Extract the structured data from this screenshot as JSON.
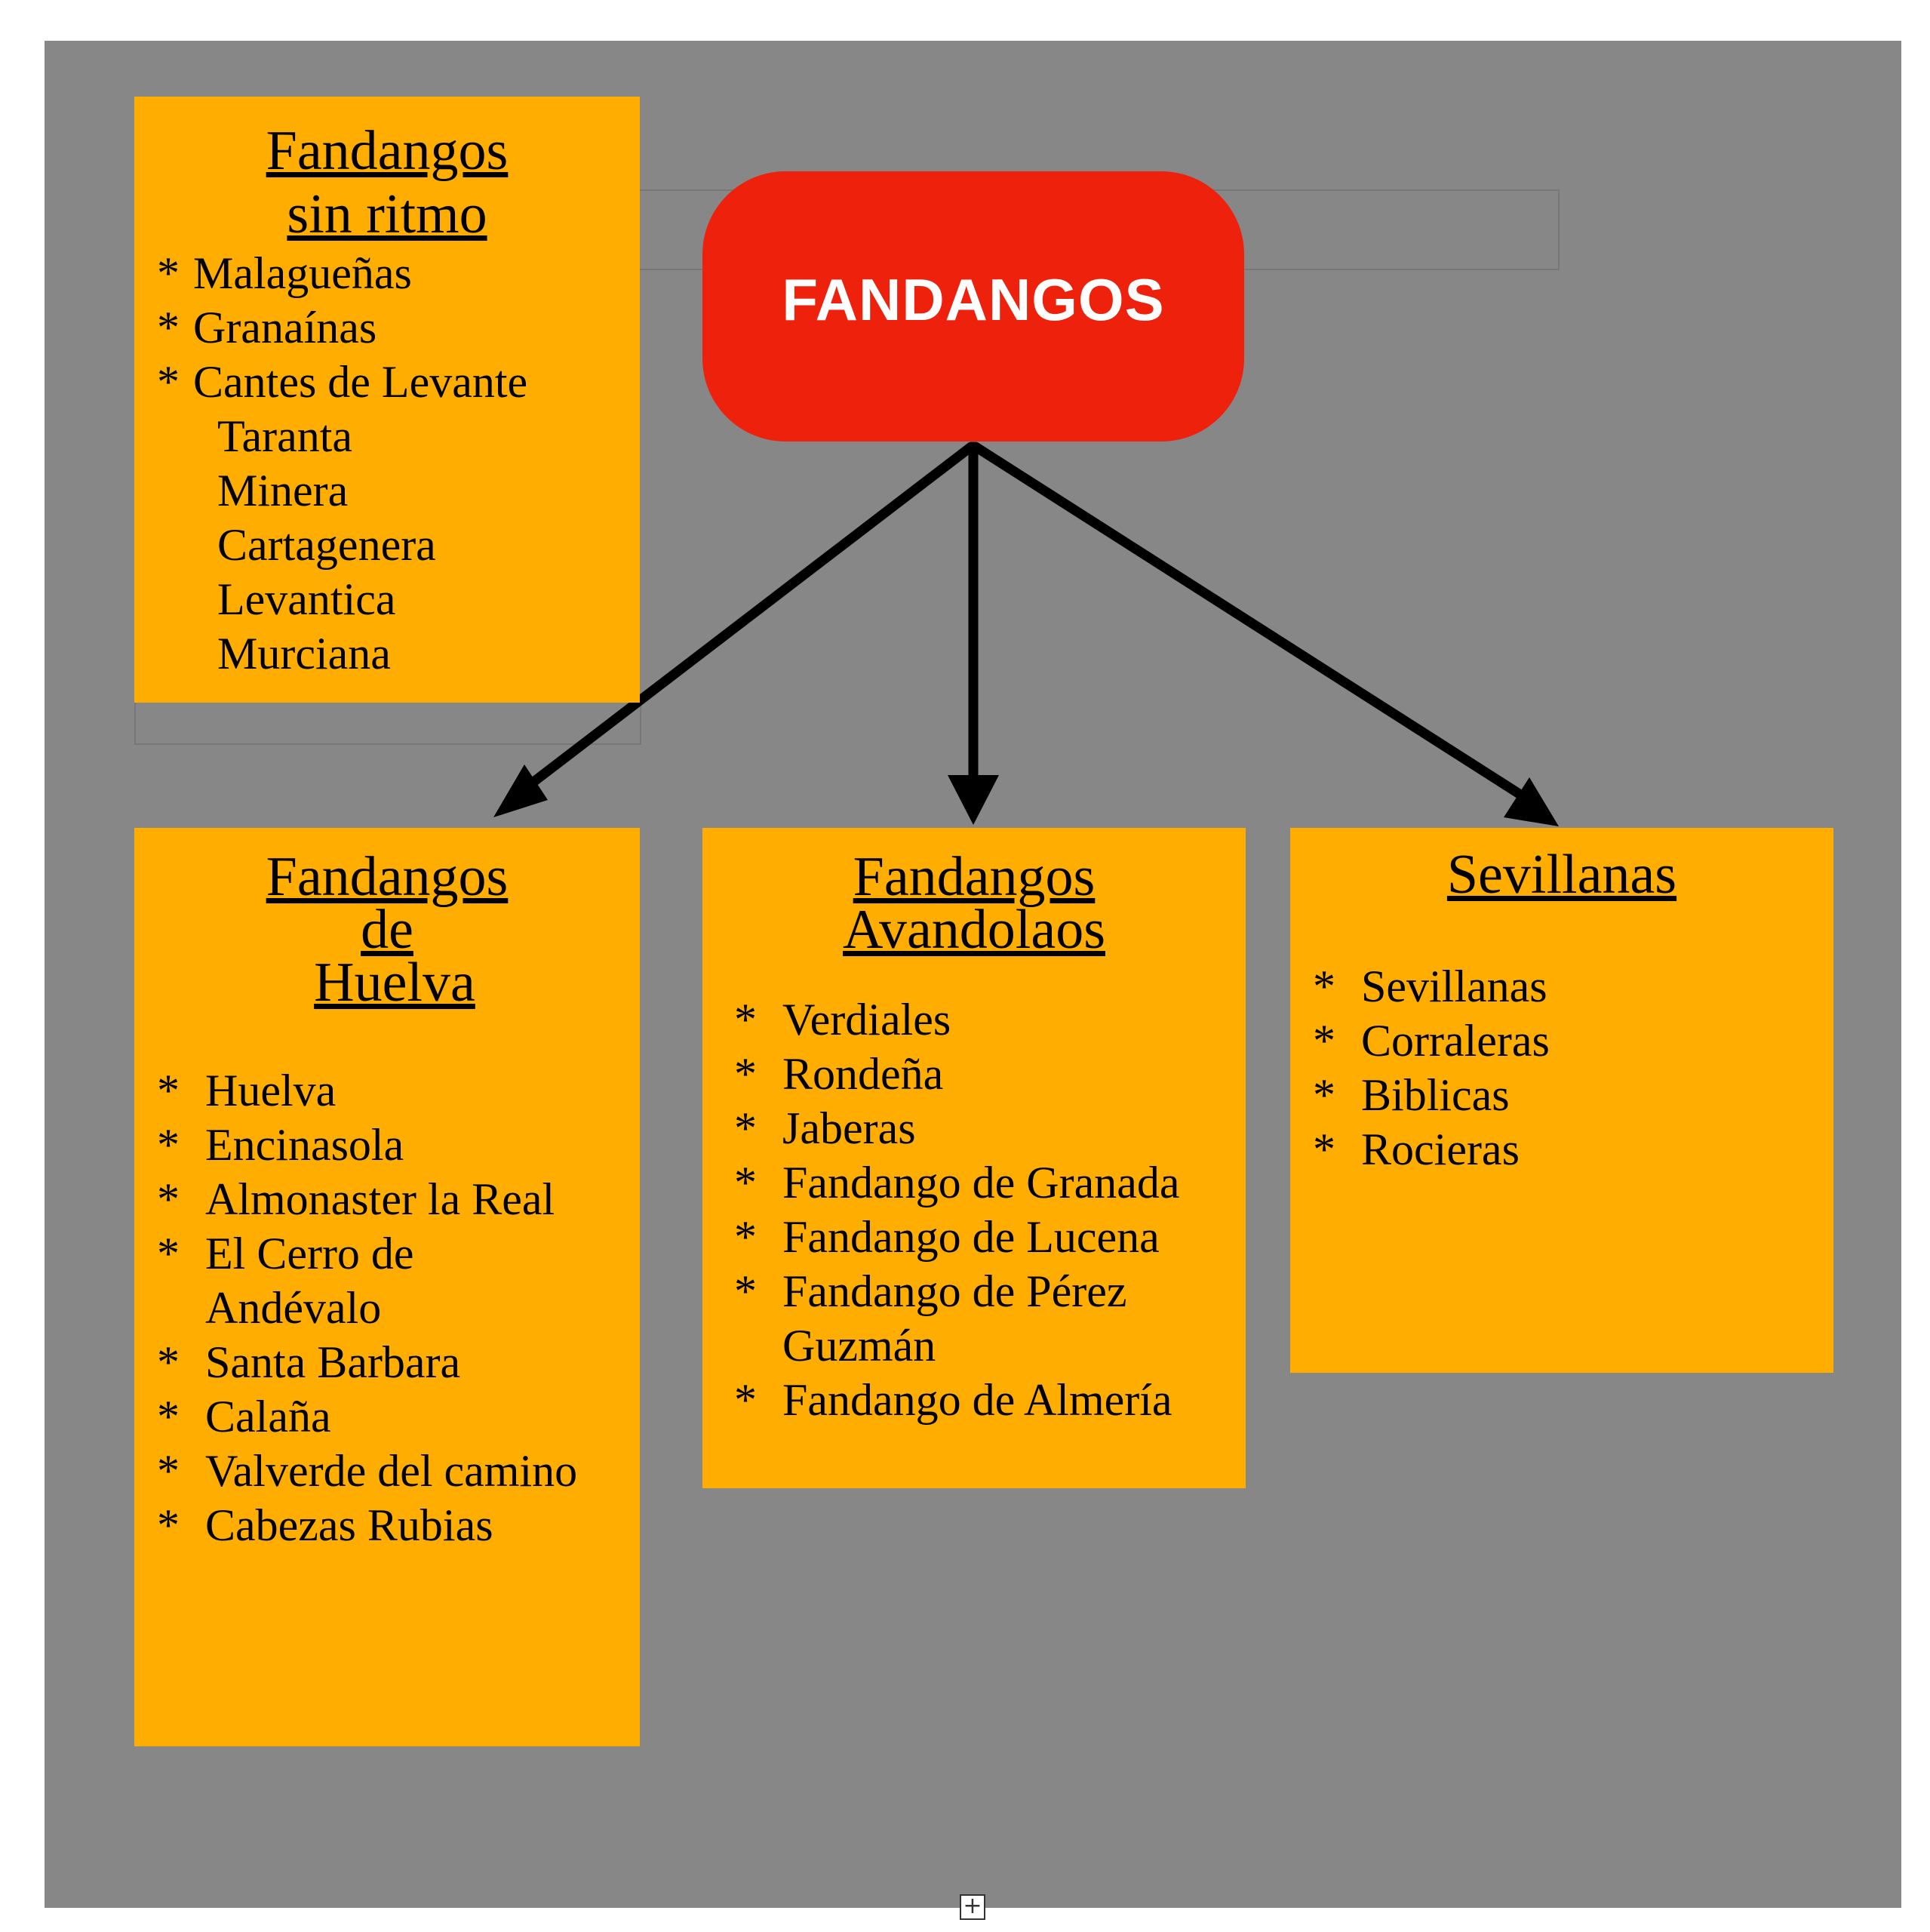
{
  "root": {
    "label": "FANDANGOS",
    "color": "#EE220C"
  },
  "box_color": "#FFAD00",
  "canvas_color": "#878787",
  "boxes": {
    "sin_ritmo": {
      "title": [
        "Fandangos",
        "sin ritmo"
      ],
      "items": [
        {
          "bullet": "*",
          "text": "Malagueñas"
        },
        {
          "bullet": "*",
          "text": "Granaínas"
        },
        {
          "bullet": "*",
          "text": "Cantes de Levante"
        },
        {
          "bullet": "",
          "text": "Taranta"
        },
        {
          "bullet": "",
          "text": "Minera"
        },
        {
          "bullet": "",
          "text": "Cartagenera"
        },
        {
          "bullet": "",
          "text": "Levantica"
        },
        {
          "bullet": "",
          "text": "Murciana"
        }
      ]
    },
    "huelva": {
      "title": [
        "Fandangos",
        "de",
        "Huelva"
      ],
      "items": [
        {
          "bullet": "*",
          "text": "Huelva"
        },
        {
          "bullet": "*",
          "text": "Encinasola"
        },
        {
          "bullet": "*",
          "text": "Almonaster la Real"
        },
        {
          "bullet": "*",
          "text": "El Cerro de Andévalo"
        },
        {
          "bullet": "*",
          "text": "Santa Barbara"
        },
        {
          "bullet": "*",
          "text": "Calaña"
        },
        {
          "bullet": "*",
          "text": "Valverde del camino"
        },
        {
          "bullet": "*",
          "text": "Cabezas Rubias"
        }
      ]
    },
    "avandolaos": {
      "title": [
        "Fandangos",
        "Avandolaos"
      ],
      "items": [
        {
          "bullet": "*",
          "text": "Verdiales"
        },
        {
          "bullet": "*",
          "text": "Rondeña"
        },
        {
          "bullet": "*",
          "text": "Jaberas"
        },
        {
          "bullet": "*",
          "text": "Fandango de Granada"
        },
        {
          "bullet": "*",
          "text": "Fandango de Lucena"
        },
        {
          "bullet": "*",
          "text": "Fandango de Pérez Guzmán"
        },
        {
          "bullet": "*",
          "text": "Fandango de Almería"
        }
      ]
    },
    "sevillanas": {
      "title": [
        "Sevillanas"
      ],
      "items": [
        {
          "bullet": "*",
          "text": "Sevillanas"
        },
        {
          "bullet": "*",
          "text": "Corraleras"
        },
        {
          "bullet": "*",
          "text": "Biblicas"
        },
        {
          "bullet": "*",
          "text": "Rocieras"
        }
      ]
    }
  },
  "add_handle_icon": "plus-box-icon"
}
